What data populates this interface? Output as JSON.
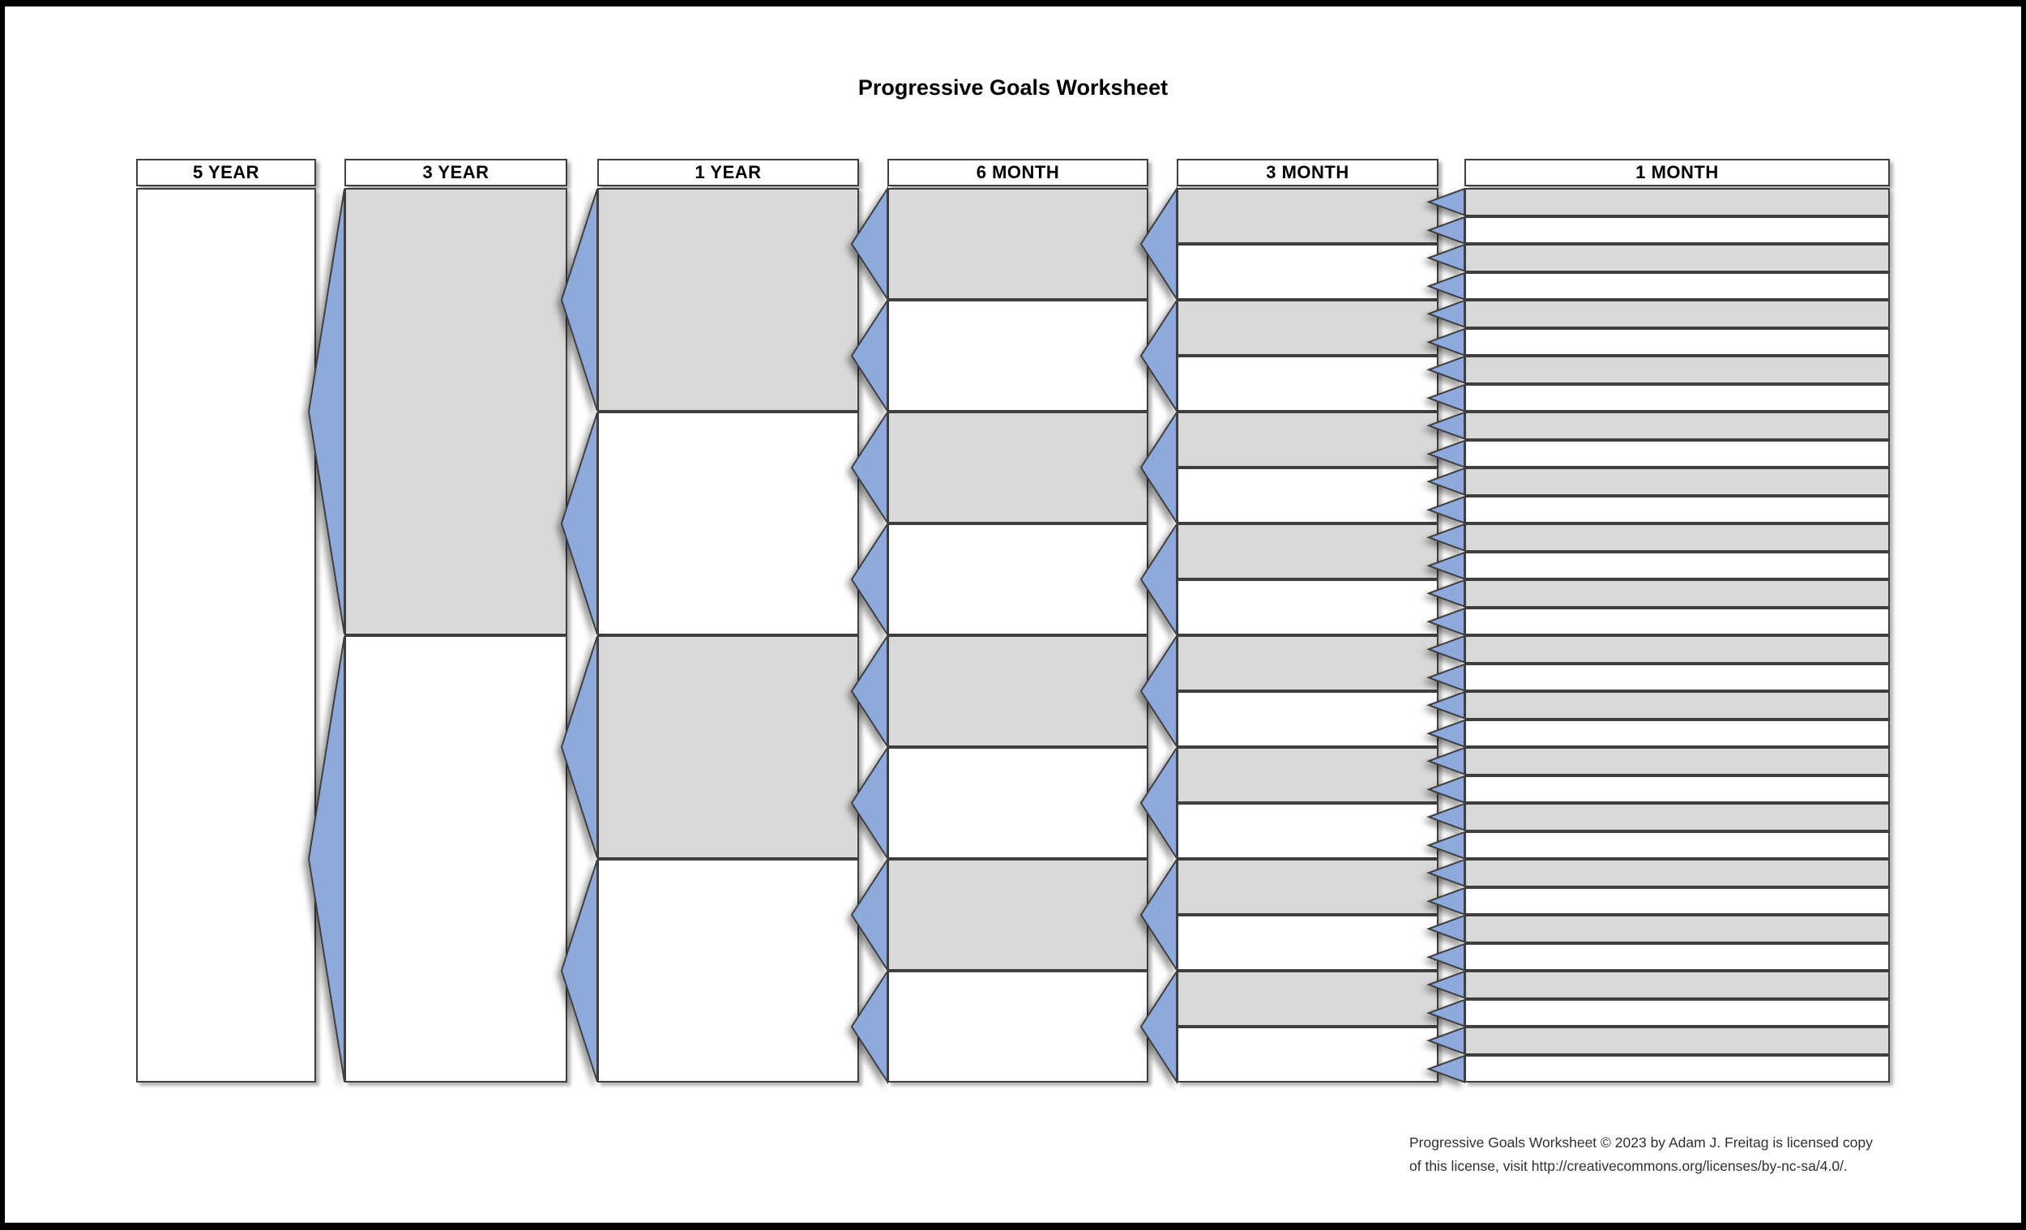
{
  "title": "Progressive Goals Worksheet",
  "columns": [
    {
      "id": "5-year",
      "label": "5 YEAR",
      "box_count": 1,
      "first_fill": "white",
      "arrow_count": 0
    },
    {
      "id": "3-year",
      "label": "3 YEAR",
      "box_count": 2,
      "first_fill": "gray",
      "arrow_count": 2
    },
    {
      "id": "1-year",
      "label": "1 YEAR",
      "box_count": 4,
      "first_fill": "gray",
      "arrow_count": 4
    },
    {
      "id": "6-month",
      "label": "6 MONTH",
      "box_count": 8,
      "first_fill": "gray",
      "arrow_count": 8
    },
    {
      "id": "3-month",
      "label": "3 MONTH",
      "box_count": 16,
      "first_fill": "gray",
      "arrow_count": 8
    },
    {
      "id": "1-month",
      "label": "1 MONTH",
      "box_count": 32,
      "first_fill": "gray",
      "arrow_count": 32
    }
  ],
  "colors": {
    "arrow_blue": "#8EA9DB",
    "box_gray": "#D9D9D9",
    "box_white": "#FFFFFF",
    "box_border": "#3F3F3F",
    "page_border": "#000000"
  },
  "footer": {
    "line1": "Progressive Goals Worksheet © 2023 by Adam J. Freitag is licensed copy",
    "line2": "of this license, visit http://creativecommons.org/licenses/by-nc-sa/4.0/."
  }
}
